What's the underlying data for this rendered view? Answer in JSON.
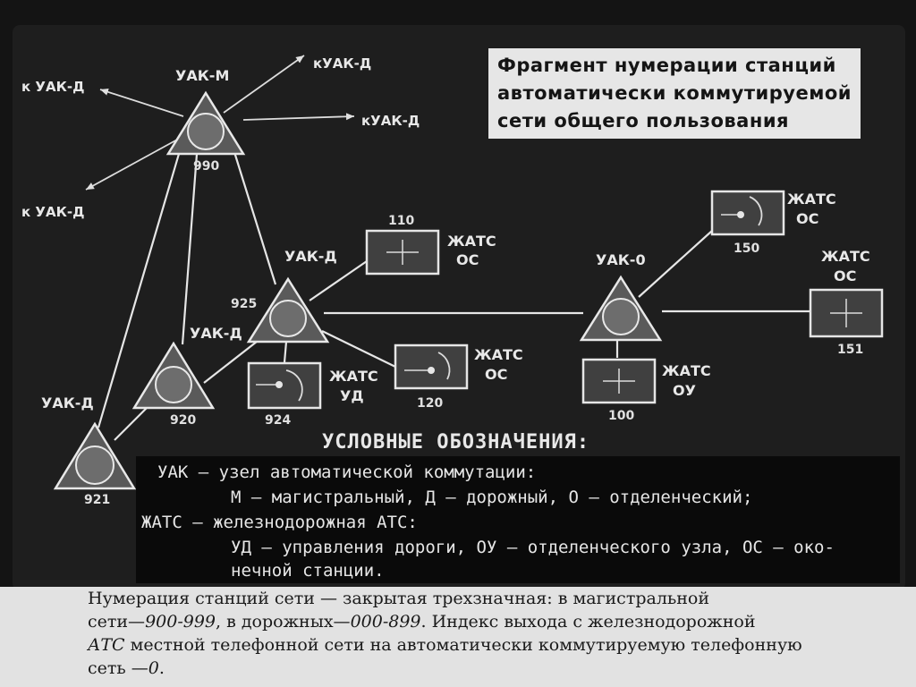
{
  "title": {
    "line1": "Фрагмент нумерации станций",
    "line2": "автоматически коммутируемой",
    "line3": "сети общего пользования"
  },
  "nodes": {
    "uak_m": {
      "label": "УАК-М",
      "number": "990"
    },
    "uak_d_925": {
      "label": "УАК-Д",
      "number": "925"
    },
    "uak_d_920": {
      "label": "УАК-Д",
      "number": "920"
    },
    "uak_d_921": {
      "label": "УАК-Д",
      "number": "921"
    },
    "uak_o": {
      "label": "УАК-0"
    }
  },
  "outgoing": {
    "ul": "к УАК-Д",
    "ll": "к УАК-Д",
    "ur": "кУАК-Д",
    "r": "кУАК-Д"
  },
  "stations": {
    "s110": {
      "number": "110",
      "type_line1": "ЖАТС",
      "type_line2": "ОС"
    },
    "s924": {
      "number": "924",
      "type_line1": "ЖАТС",
      "type_line2": "УД"
    },
    "s120": {
      "number": "120",
      "type_line1": "ЖАТС",
      "type_line2": "ОС"
    },
    "s150": {
      "number": "150",
      "type_line1": "ЖАТС",
      "type_line2": "ОС"
    },
    "s151": {
      "number": "151",
      "type_line1": "ЖАТС",
      "type_line2": "ОС"
    },
    "s100": {
      "number": "100",
      "type_line1": "ЖАТС",
      "type_line2": "ОУ"
    }
  },
  "legend": {
    "heading": "УСЛОВНЫЕ ОБОЗНАЧЕНИЯ:",
    "row1": "УАК — узел автоматической коммутации:",
    "row2": "М — магистральный, Д — дорожный, О — отделенческий;",
    "row3": "ЖАТС — железнодорожная АТС:",
    "row4": "УД — управления дороги, ОУ — отделенческого  узла, ОС — око-",
    "row5": "нечной станции."
  },
  "caption": {
    "l1": "Нумерация   станций  сети — закрытая   трехзначная:  в  магистральной",
    "l2a": "сети—",
    "l2b": "900-999",
    "l2c": ", в дорожных—",
    "l2d": "000-899",
    "l2e": ". Индекс выхода с железнодорожной",
    "l3a": "АТС",
    "l3b": " местной телефонной сети на автоматически коммутируемую телефонную",
    "l4a": "сеть —",
    "l4b": "0",
    "l4c": "."
  }
}
